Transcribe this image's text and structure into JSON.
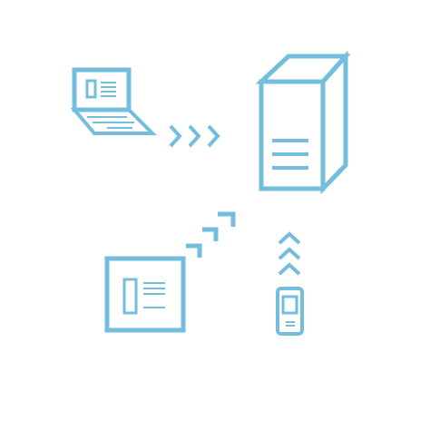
{
  "colors": {
    "stroke": "#74bedd",
    "background": "#ffffff"
  },
  "nodes": [
    {
      "id": "laptop",
      "icon": "laptop-icon"
    },
    {
      "id": "server",
      "icon": "server-tower-icon"
    },
    {
      "id": "tablet",
      "icon": "tablet-icon"
    },
    {
      "id": "phone",
      "icon": "mobile-phone-icon"
    }
  ],
  "connections": [
    {
      "from": "laptop",
      "to": "server",
      "icon": "chevron-right-icon",
      "count": 3
    },
    {
      "from": "tablet",
      "to": "server",
      "icon": "corner-arrow-up-right-icon",
      "count": 3
    },
    {
      "from": "phone",
      "to": "server",
      "icon": "chevron-up-icon",
      "count": 3
    }
  ]
}
